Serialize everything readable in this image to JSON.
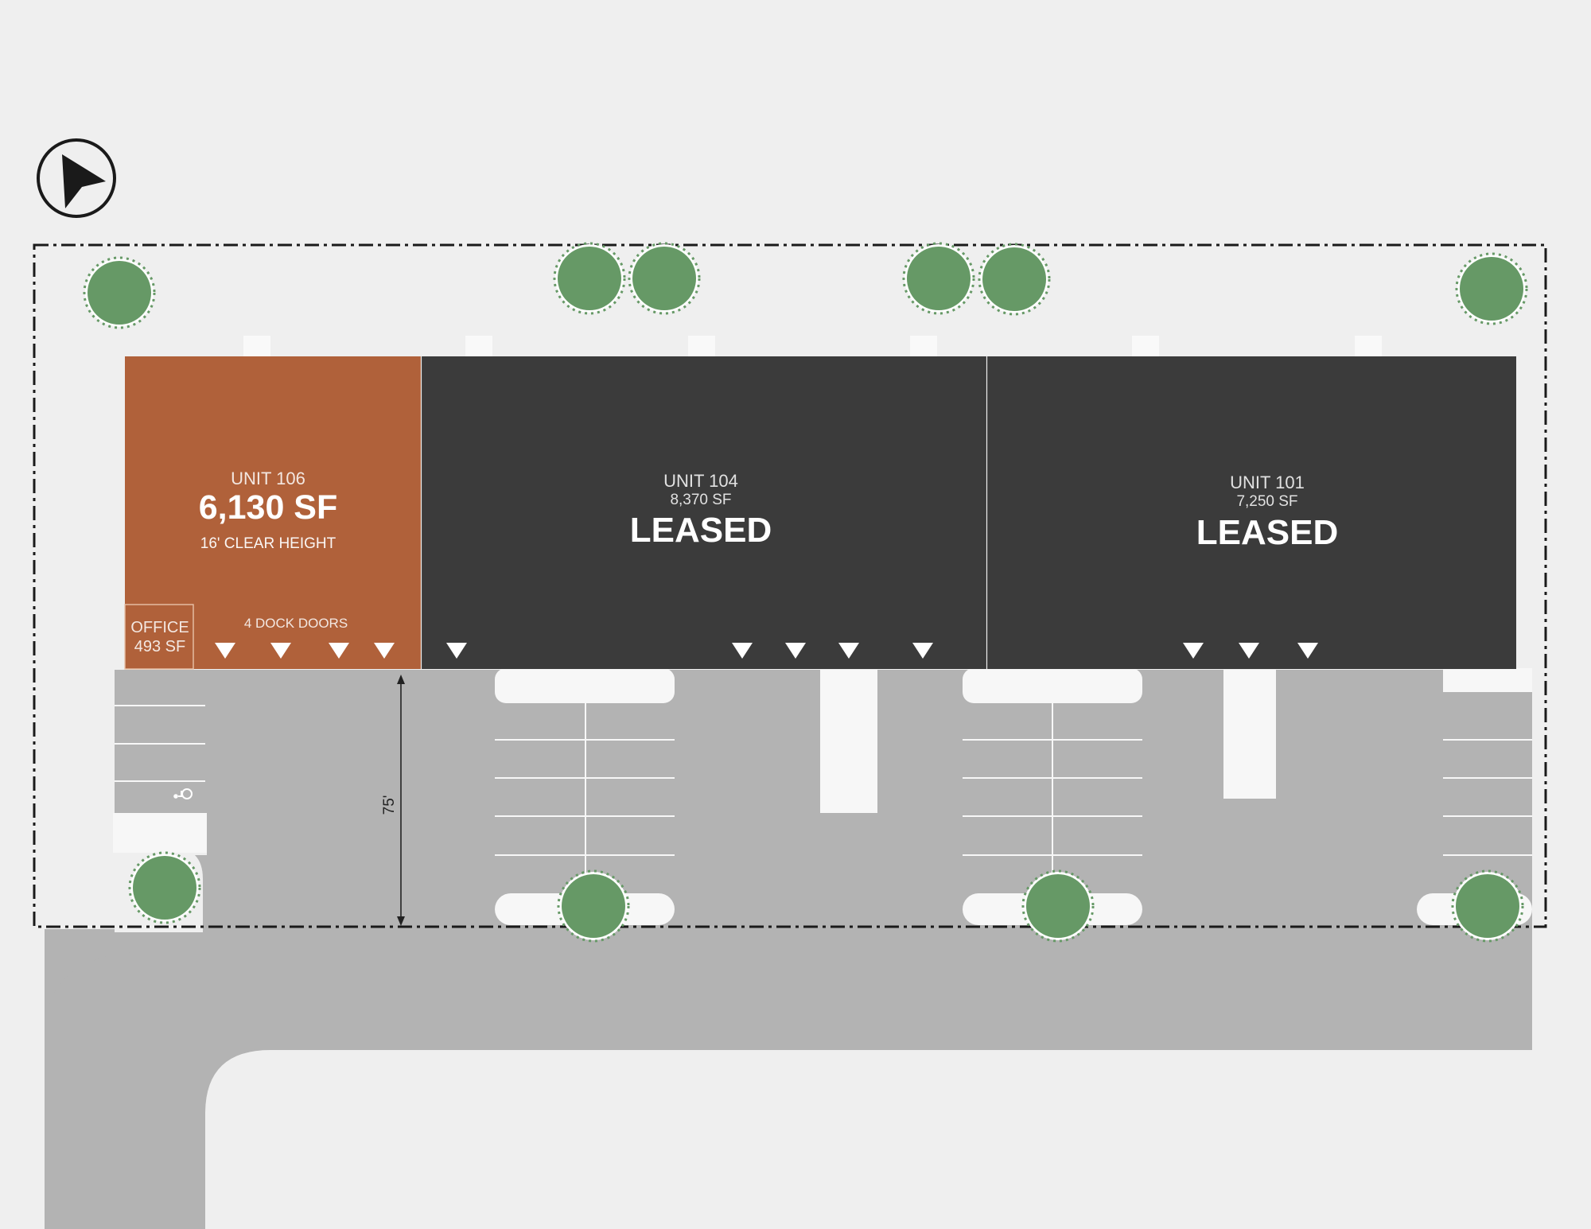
{
  "compass": {
    "icon": "north-arrow-icon"
  },
  "units": [
    {
      "id": "unit-106",
      "name": "UNIT 106",
      "area": "6,130 SF",
      "detail": "16' CLEAR HEIGHT",
      "status": "",
      "color": "#b0613a",
      "office": {
        "label": "OFFICE",
        "area": "493 SF"
      },
      "dock_label": "4 DOCK DOORS"
    },
    {
      "id": "unit-104",
      "name": "UNIT 104",
      "area": "8,370 SF",
      "status": "LEASED",
      "color": "#3b3b3b"
    },
    {
      "id": "unit-101",
      "name": "UNIT 101",
      "area": "7,250 SF",
      "status": "LEASED",
      "color": "#3b3b3b"
    }
  ],
  "dimension": {
    "label": "75'"
  },
  "colors": {
    "background": "#efefef",
    "pavement": "#b3b3b3",
    "island": "#f7f7f7",
    "tree": "#669966",
    "available": "#b0613a",
    "leased": "#3b3b3b",
    "boundary": "#1a1a1a"
  },
  "icons": {
    "accessible_parking": "wheelchair-icon",
    "dock_door": "triangle-down-icon",
    "tree": "tree-icon"
  }
}
